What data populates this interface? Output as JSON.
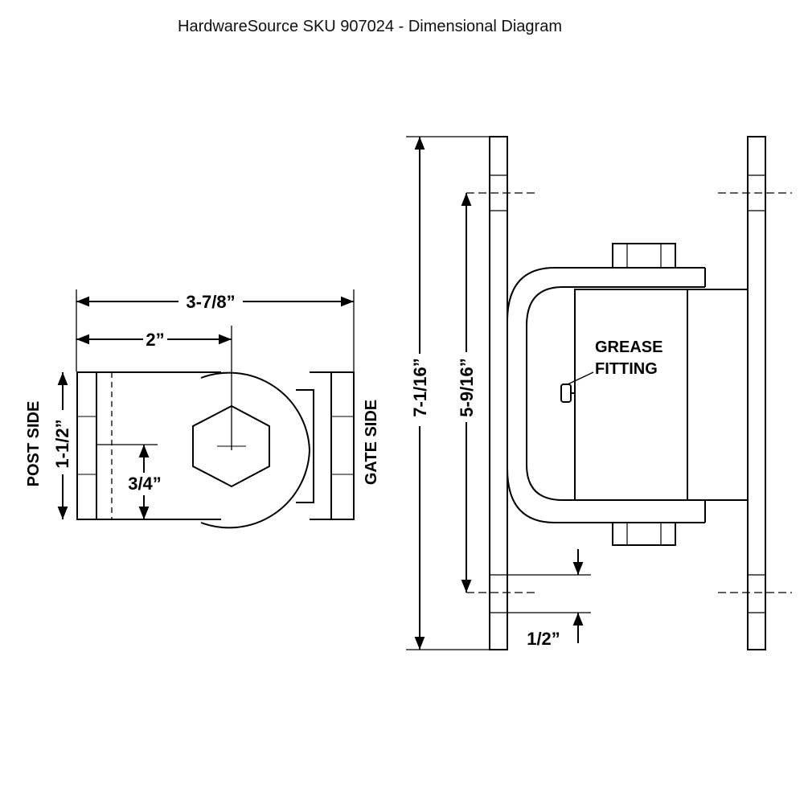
{
  "title": "HardwareSource SKU 907024 - Dimensional Diagram",
  "dimensions": {
    "overall_width": "3-7/8”",
    "bolt_offset": "2”",
    "plate_width": "1-1/2”",
    "half_width": "3/4”",
    "overall_height": "7-1/16”",
    "hole_spacing": "5-9/16”",
    "hole_edge": "1/2”"
  },
  "labels": {
    "post_side": "POST SIDE",
    "gate_side": "GATE SIDE",
    "grease_line1": "GREASE",
    "grease_line2": "FITTING"
  }
}
